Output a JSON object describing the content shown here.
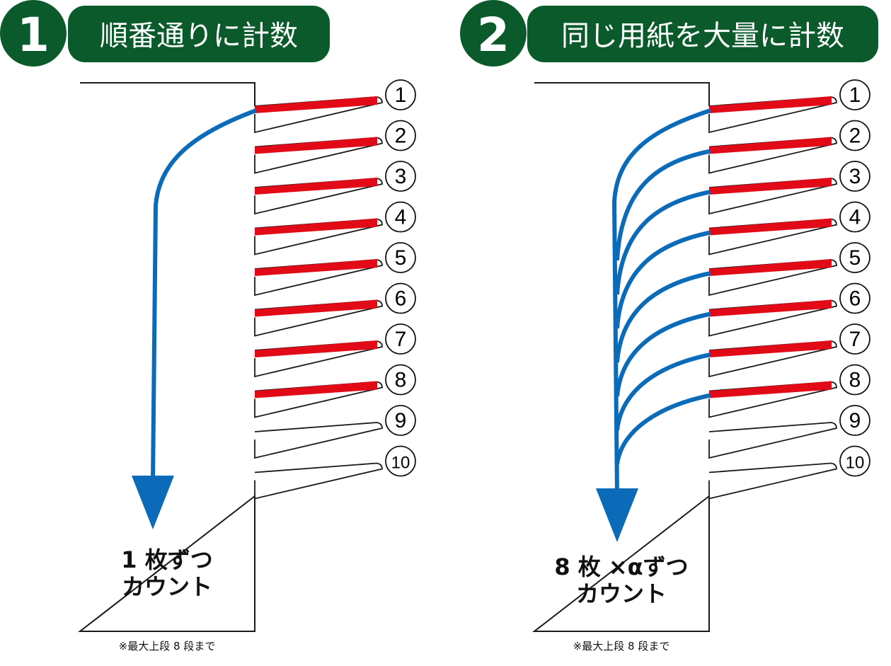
{
  "colors": {
    "header_green": "#0a5a2c",
    "paper_red": "#e10a16",
    "arrow_blue": "#0b6bb8",
    "outline": "#1a1a1a"
  },
  "panels": [
    {
      "number": "1",
      "title": "順番通りに計数",
      "label_line1": "1 枚ずつ",
      "label_line2": "カウント",
      "note": "※最大上段 8 段まで",
      "sheet_numbers": [
        "1",
        "2",
        "3",
        "4",
        "5",
        "6",
        "7",
        "8",
        "9",
        "10"
      ],
      "red_sheets": 8,
      "arrow_mode": "single"
    },
    {
      "number": "2",
      "title": "同じ用紙を大量に計数",
      "label_line1": "8 枚 ×αずつ",
      "label_line2": "カウント",
      "note": "※最大上段 8 段まで",
      "sheet_numbers": [
        "1",
        "2",
        "3",
        "4",
        "5",
        "6",
        "7",
        "8",
        "9",
        "10"
      ],
      "red_sheets": 8,
      "arrow_mode": "multi"
    }
  ]
}
